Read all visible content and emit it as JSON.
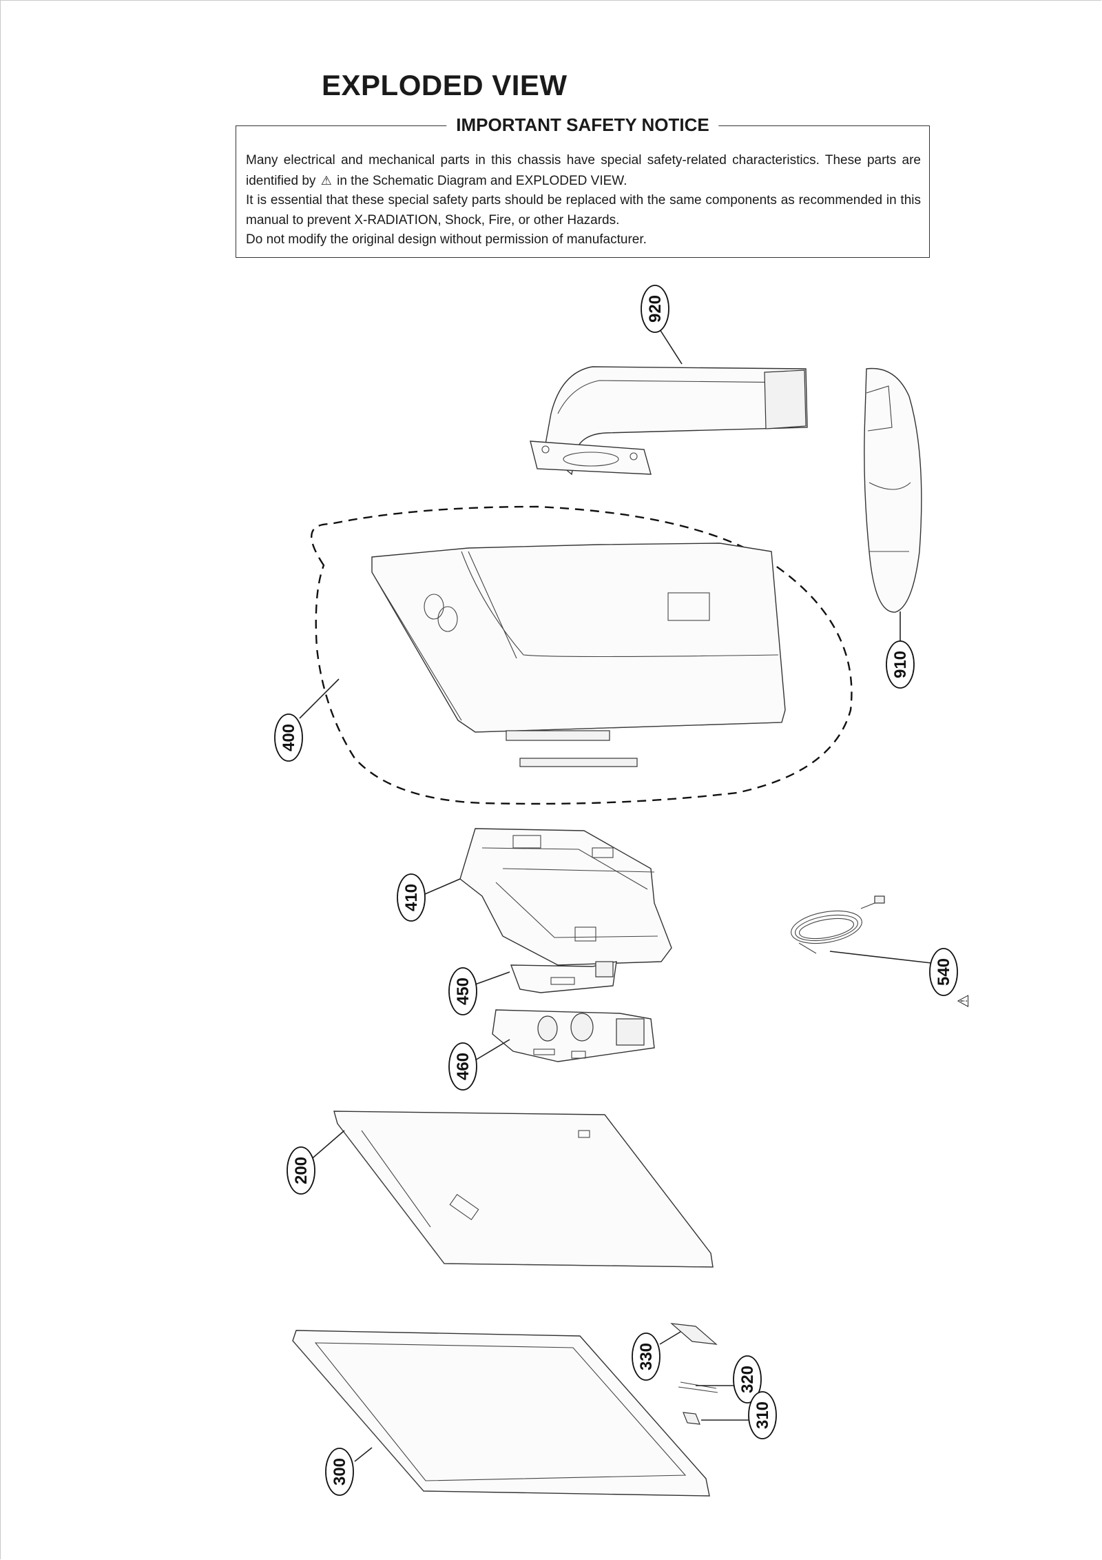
{
  "page_title": "EXPLODED VIEW",
  "notice": {
    "title": "IMPORTANT SAFETY NOTICE",
    "line1_a": "Many electrical and mechanical parts in this chassis have special safety-related characteristics. These parts are identified by",
    "line1_b": "in the Schematic Diagram and EXPLODED VIEW.",
    "line2": "It is essential that these special safety parts should be replaced with the same components as recommended in this manual to prevent X-RADIATION, Shock, Fire, or other Hazards.",
    "line3": "Do not modify the original design without permission of manufacturer."
  },
  "callouts": {
    "c920": "920",
    "c910": "910",
    "c400": "400",
    "c410": "410",
    "c450": "450",
    "c460": "460",
    "c540": "540",
    "c200": "200",
    "c300": "300",
    "c330": "330",
    "c320": "320",
    "c310": "310"
  },
  "icons": {
    "warning_symbol": "⚠",
    "safety_mark": "warning-triangle-icon"
  }
}
